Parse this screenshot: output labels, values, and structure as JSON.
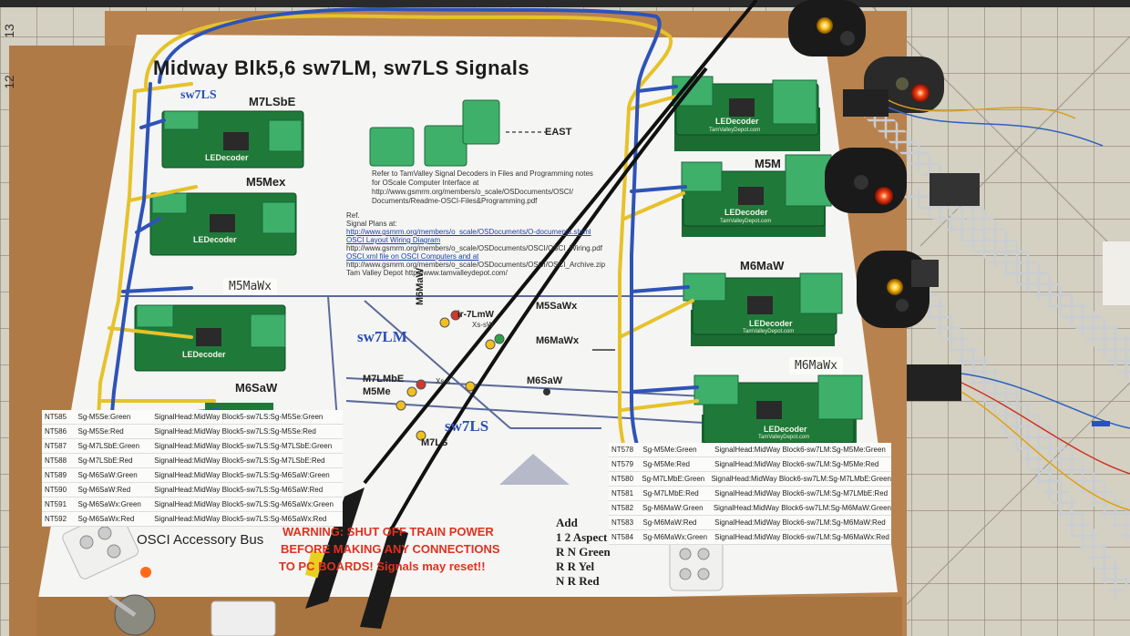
{
  "sheet": {
    "title": "Midway Blk5,6 sw7LM, sw7LS  Signals",
    "east_label": "EAST",
    "notes": [
      "Refer to TamValley Signal Decoders in Files and Programming notes",
      "for OScale Computer Interface at",
      "http://www.gsmrm.org/members/o_scale/OSDocuments/OSCI/",
      "Documents/Readme-OSCI-Files&Programming.pdf"
    ],
    "ref_label": "Ref.",
    "signal_plans_label": "Signal Plans at:",
    "links": [
      "http://www.gsmrm.org/members/o_scale/OSDocuments/O-documents.shtml",
      "OSCI Layout Wiring Diagram",
      "http://www.gsmrm.org/members/o_scale/OSDocuments/OSCI/OSCI_Wiring.pdf",
      "OSCI.xml file on OSCI Computers and at",
      "http://www.gsmrm.org/members/o_scale/OSDocuments/OSCI/OSCI_Archive.zip",
      "Tam Valley Depot  http://www.tamvalleydepot.com/"
    ]
  },
  "decoder_labels": {
    "m7lsbe": "M7LSbE",
    "m5mex": "M5Mex",
    "m5mawx_handwritten": "M5MaWx",
    "m6saw": "M6SaW",
    "m5m_right": "M5M",
    "m6maw_right": "M6MaW",
    "m6mawx_handwritten": "M6MaWx"
  },
  "pcb": {
    "brand": "LEDecoder",
    "site": "TamValleyDepot.com"
  },
  "diagram": {
    "sw7lm": "sw7LM",
    "sw7ls_top": "sw7LS",
    "sw7ls_bottom": "sw7LS",
    "labels": [
      "M6MaW",
      "ir-7LmW",
      "M5SaWx",
      "Xs-sW",
      "M6MaWx",
      "M7LMbE",
      "M5Me",
      "Xs-s",
      "M6SaW",
      "M7LS"
    ]
  },
  "left_table": {
    "rows": [
      {
        "nt": "NT585",
        "sg": "Sg-M5Se:Green",
        "head": "SignalHead:MidWay Block5-sw7LS:Sg-M5Se:Green"
      },
      {
        "nt": "NT586",
        "sg": "Sg-M5Se:Red",
        "head": "SignalHead:MidWay Block5-sw7LS:Sg-M5Se:Red"
      },
      {
        "nt": "NT587",
        "sg": "Sg-M7LSbE:Green",
        "head": "SignalHead:MidWay Block5-sw7LS:Sg-M7LSbE:Green"
      },
      {
        "nt": "NT588",
        "sg": "Sg-M7LSbE:Red",
        "head": "SignalHead:MidWay Block5-sw7LS:Sg-M7LSbE:Red"
      },
      {
        "nt": "NT589",
        "sg": "Sg-M6SaW:Green",
        "head": "SignalHead:MidWay Block5-sw7LS:Sg-M6SaW:Green"
      },
      {
        "nt": "NT590",
        "sg": "Sg-M6SaW:Red",
        "head": "SignalHead:MidWay Block5-sw7LS:Sg-M6SaW:Red"
      },
      {
        "nt": "NT591",
        "sg": "Sg-M6SaWx:Green",
        "head": "SignalHead:MidWay Block5-sw7LS:Sg-M6SaWx:Green"
      },
      {
        "nt": "NT592",
        "sg": "Sg-M6SaWx:Red",
        "head": "SignalHead:MidWay Block5-sw7LS:Sg-M6SaWx:Red"
      }
    ]
  },
  "right_table": {
    "rows": [
      {
        "nt": "NT578",
        "sg": "Sg-M5Me:Green",
        "head": "SignalHead:MidWay Block6-sw7LM:Sg-M5Me:Green"
      },
      {
        "nt": "NT579",
        "sg": "Sg-M5Me:Red",
        "head": "SignalHead:MidWay Block6-sw7LM:Sg-M5Me:Red"
      },
      {
        "nt": "NT580",
        "sg": "Sg-M7LMbE:Green",
        "head": "SignalHead:MidWay Block6-sw7LM:Sg-M7LMbE:Green"
      },
      {
        "nt": "NT581",
        "sg": "Sg-M7LMbE:Red",
        "head": "SignalHead:MidWay Block6-sw7LM:Sg-M7LMbE:Red"
      },
      {
        "nt": "NT582",
        "sg": "Sg-M6MaW:Green",
        "head": "SignalHead:MidWay Block6-sw7LM:Sg-M6MaW:Green"
      },
      {
        "nt": "NT583",
        "sg": "Sg-M6MaW:Red",
        "head": "SignalHead:MidWay Block6-sw7LM:Sg-M6MaW:Red"
      },
      {
        "nt": "NT584",
        "sg": "Sg-M6MaWx:Green",
        "head": "SignalHead:MidWay Block6-sw7LM:Sg-M6MaWx:Red"
      }
    ]
  },
  "bus_label": "OSCI Accessory Bus",
  "warning": [
    "WARNING: SHUT OFF TRAIN POWER",
    "BEFORE MAKING ANY CONNECTIONS",
    "TO PC BOARDS!  Signals may reset!!"
  ],
  "aspects": {
    "title": "Add",
    "subtitle": "1 2  Aspect",
    "lines": [
      "R N Green",
      "R R Yel",
      "N R Red"
    ]
  },
  "ruler": {
    "n13": "13",
    "n12": "12"
  },
  "colors": {
    "board_cork": "#b8824e",
    "paper": "#f4f4f2",
    "pcb_green": "#1f7a3a",
    "terminal_green": "#3fb06a",
    "wire_yellow": "#e6c22a",
    "wire_blue": "#2e53b8",
    "mat_cream": "#d8d4c6",
    "lamp_red": "#ff3a1a",
    "lamp_yellow": "#ffcc10"
  }
}
